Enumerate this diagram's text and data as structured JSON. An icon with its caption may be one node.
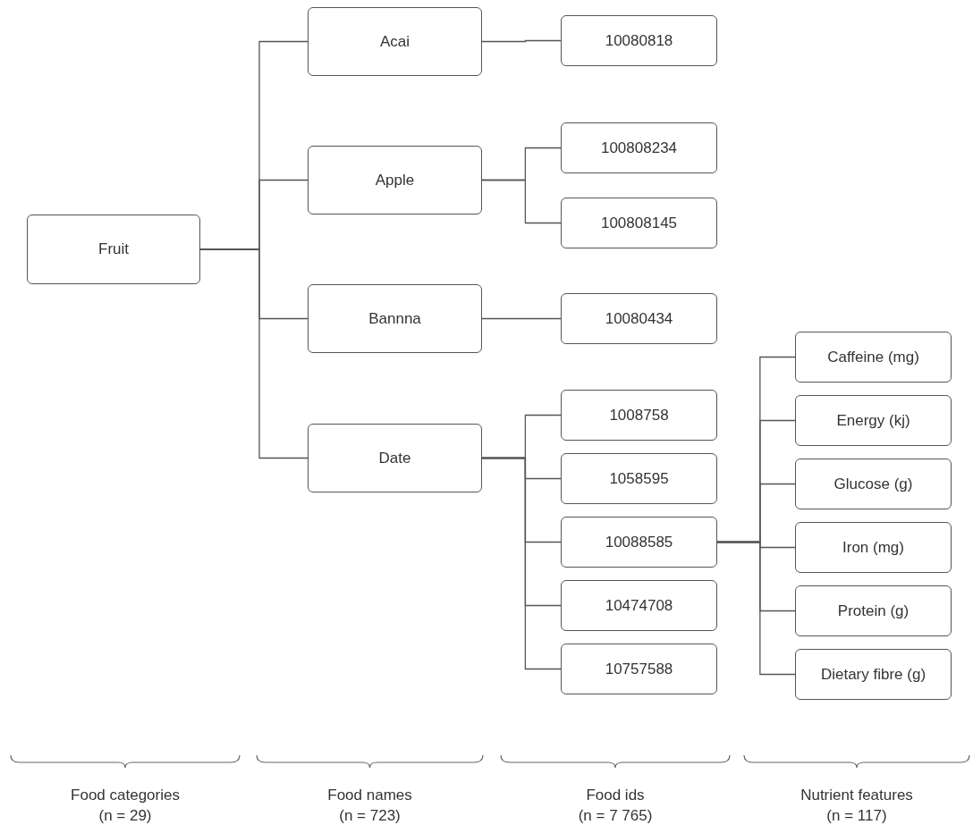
{
  "diagram": {
    "nodes": [
      {
        "text": [
          "Fruit"
        ]
      },
      {
        "text": [
          "Acai"
        ]
      },
      {
        "text": [
          "Apple"
        ]
      },
      {
        "text": [
          "Bannna"
        ]
      },
      {
        "text": [
          "Date"
        ]
      },
      {
        "text": [
          "10080818"
        ]
      },
      {
        "text": [
          "100808234"
        ]
      },
      {
        "text": [
          "100808145"
        ]
      },
      {
        "text": [
          "10080434"
        ]
      },
      {
        "text": [
          "1008758"
        ]
      },
      {
        "text": [
          "1058595"
        ]
      },
      {
        "text": [
          "10088585"
        ]
      },
      {
        "text": [
          "10474708"
        ]
      },
      {
        "text": [
          "10757588"
        ]
      },
      {
        "text": [
          "Caffeine (mg)"
        ]
      },
      {
        "text": [
          "Energy (kj)"
        ]
      },
      {
        "text": [
          "Glucose (g)"
        ]
      },
      {
        "text": [
          "Iron (mg)"
        ]
      },
      {
        "text": [
          "Protein (g)"
        ]
      },
      {
        "text": [
          "Dietary fibre (g)"
        ]
      }
    ],
    "edges": [
      {
        "from": 0,
        "to": 1,
        "arrow": "none"
      },
      {
        "from": 0,
        "to": 2,
        "arrow": "none"
      },
      {
        "from": 0,
        "to": 3,
        "arrow": "none"
      },
      {
        "from": 0,
        "to": 4,
        "arrow": "none"
      },
      {
        "from": 1,
        "to": 5,
        "arrow": "none"
      },
      {
        "from": 2,
        "to": 6,
        "arrow": "none"
      },
      {
        "from": 2,
        "to": 7,
        "arrow": "none"
      },
      {
        "from": 3,
        "to": 8,
        "arrow": "none"
      },
      {
        "from": 4,
        "to": 9,
        "arrow": "none"
      },
      {
        "from": 4,
        "to": 10,
        "arrow": "none"
      },
      {
        "from": 4,
        "to": 11,
        "arrow": "none"
      },
      {
        "from": 4,
        "to": 12,
        "arrow": "none"
      },
      {
        "from": 4,
        "to": 13,
        "arrow": "none"
      },
      {
        "from": 11,
        "to": 14,
        "arrow": "none"
      },
      {
        "from": 11,
        "to": 15,
        "arrow": "none"
      },
      {
        "from": 11,
        "to": 16,
        "arrow": "none"
      },
      {
        "from": 11,
        "to": 17,
        "arrow": "none"
      },
      {
        "from": 11,
        "to": 18,
        "arrow": "none"
      },
      {
        "from": 11,
        "to": 19,
        "arrow": "none"
      }
    ],
    "labels": [
      "Food categories",
      "(n = 29)",
      "Food names",
      "(n = 723)",
      "Food ids",
      "(n = 7 765)",
      "Nutrient features",
      "(n = 117)"
    ]
  }
}
